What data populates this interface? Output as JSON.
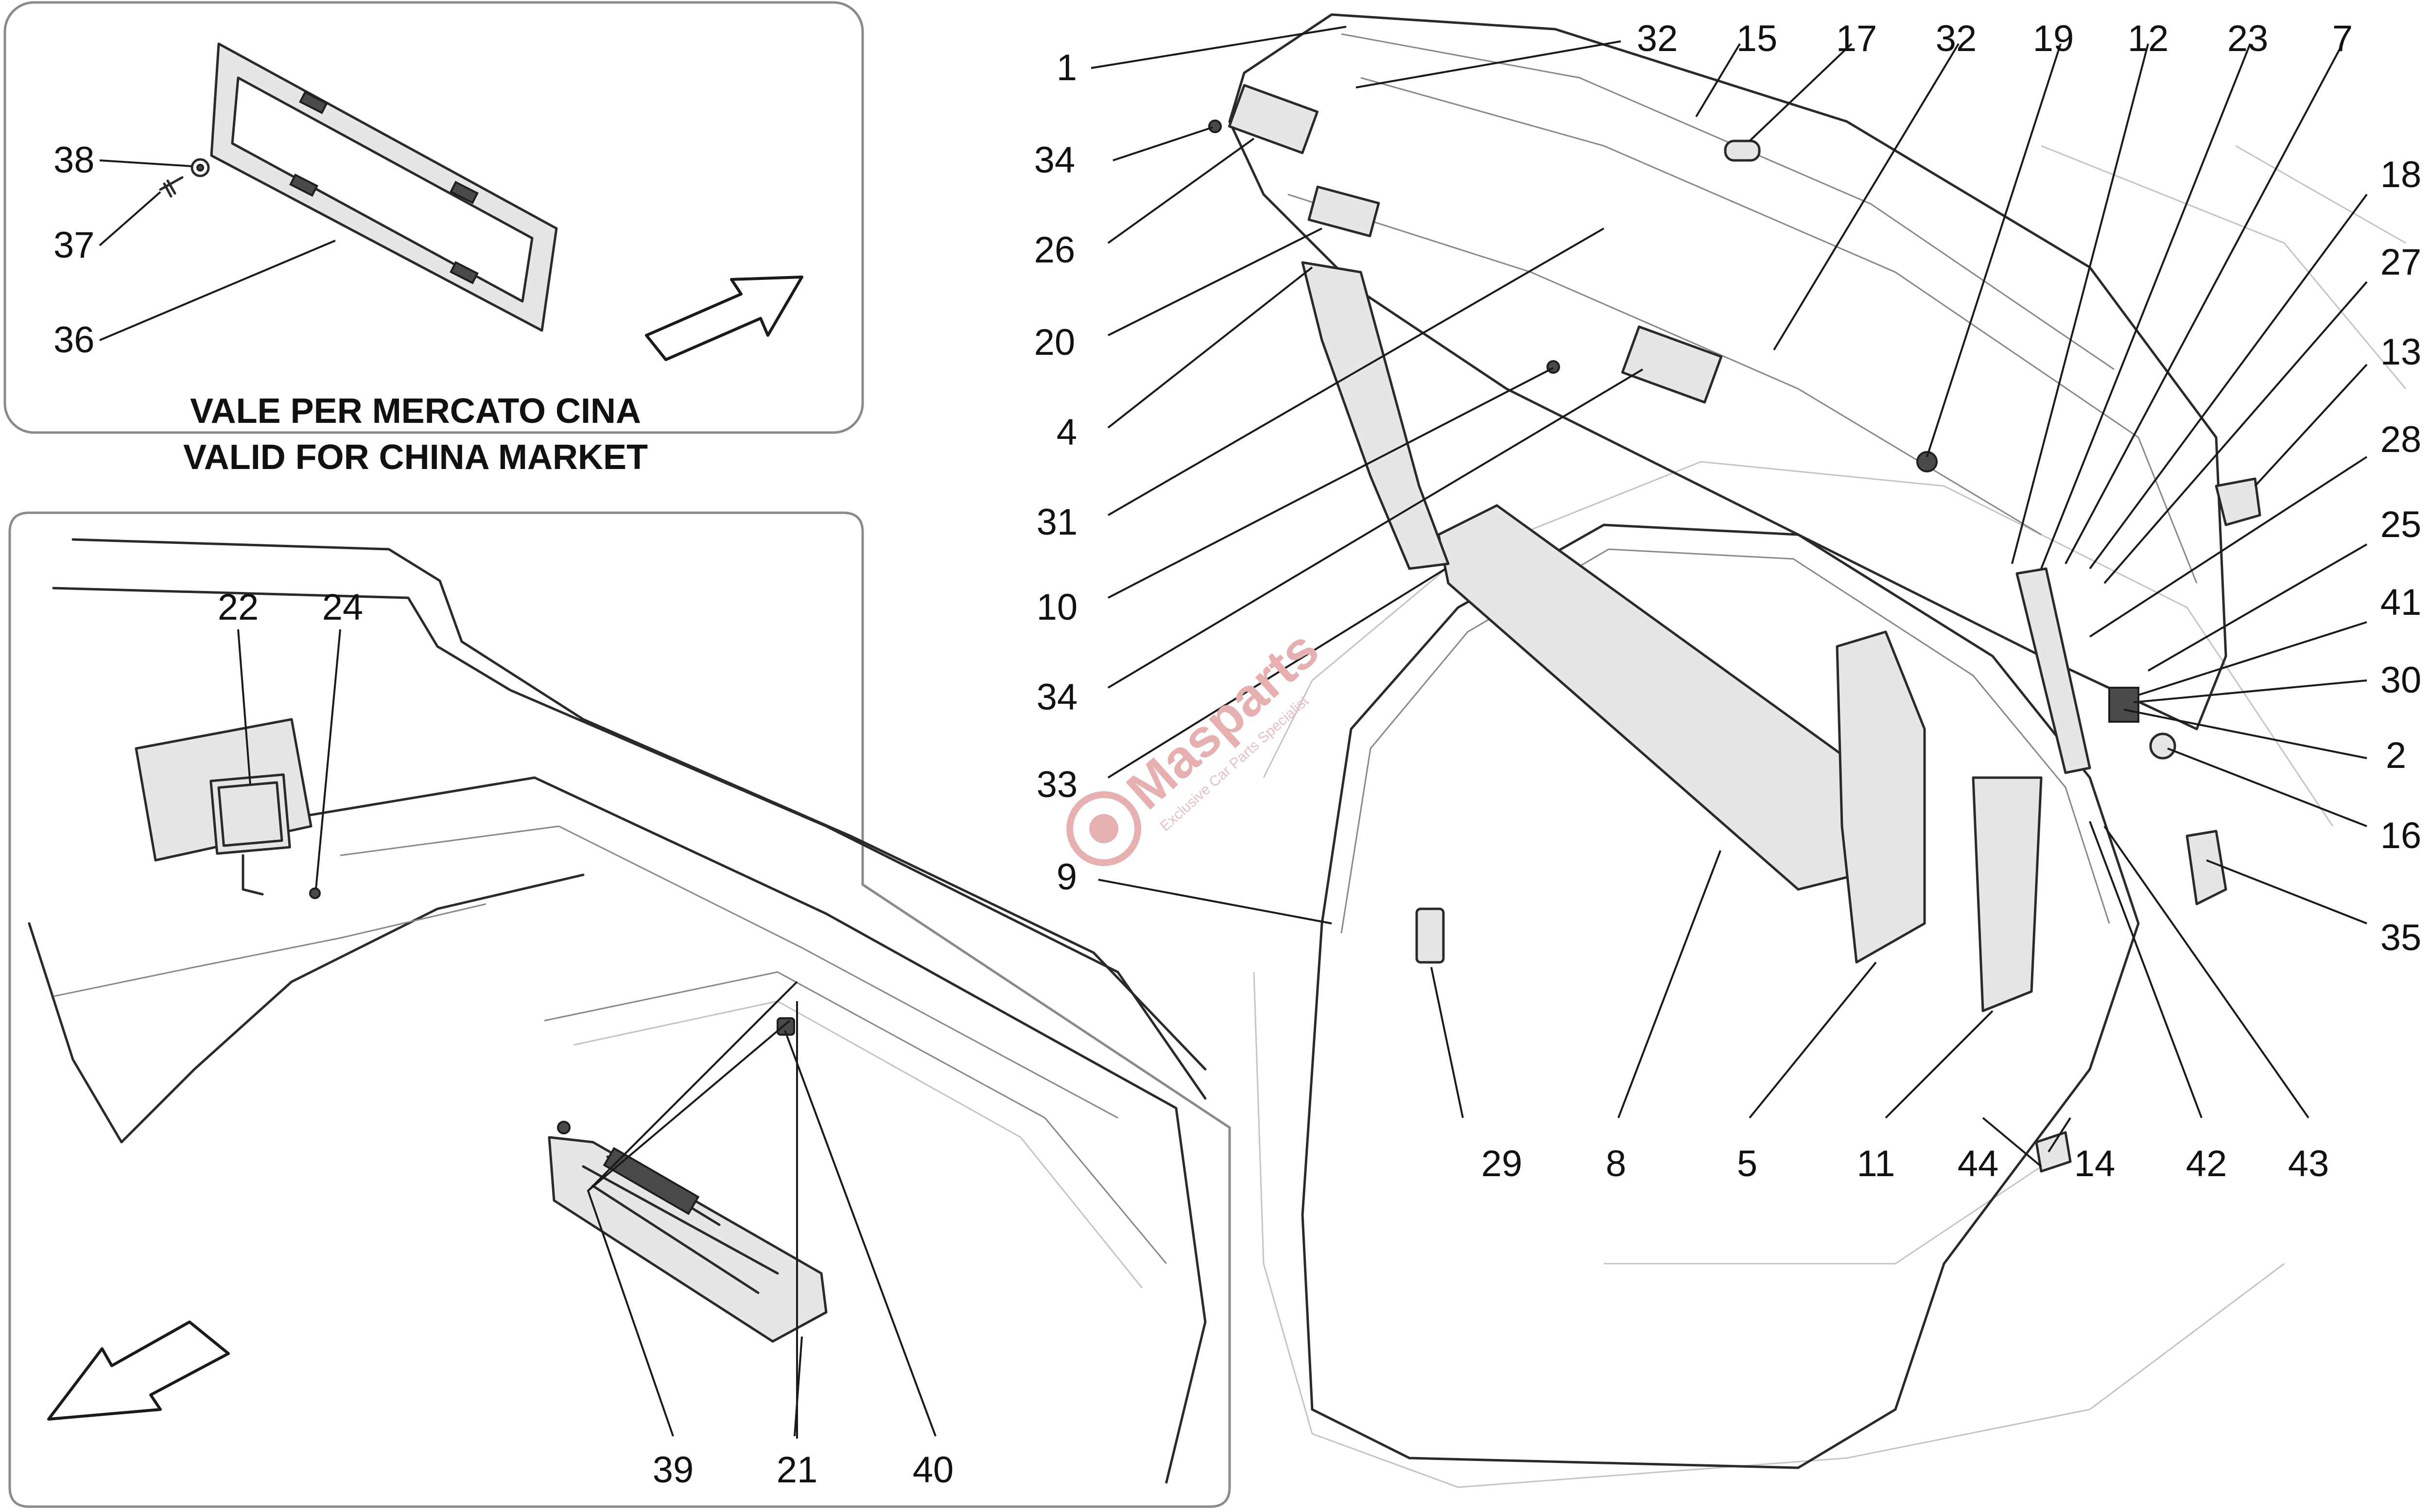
{
  "note": {
    "line1": "VALE PER MERCATO CINA",
    "line2": "VALID FOR CHINA MARKET"
  },
  "watermark": {
    "brand": "Masparts",
    "tagline": "Exclusive Car Parts Specialist"
  },
  "inset_china": {
    "labels": [
      "38",
      "37",
      "36"
    ]
  },
  "inset_bumper": {
    "labels": [
      "22",
      "24",
      "39",
      "21",
      "40"
    ]
  },
  "main": {
    "labels": [
      "1",
      "32",
      "15",
      "17",
      "32",
      "19",
      "12",
      "23",
      "7",
      "34",
      "26",
      "20",
      "4",
      "31",
      "10",
      "34",
      "33",
      "9",
      "18",
      "27",
      "13",
      "28",
      "25",
      "41",
      "30",
      "2",
      "16",
      "35",
      "29",
      "8",
      "5",
      "11",
      "44",
      "14",
      "42",
      "43"
    ]
  }
}
